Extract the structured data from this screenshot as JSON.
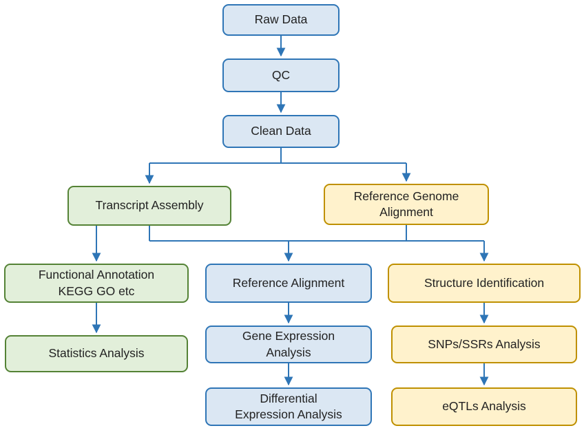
{
  "colors": {
    "blue_fill": "#dbe7f3",
    "blue_border": "#2e75b6",
    "green_fill": "#e2efda",
    "green_border": "#548235",
    "yellow_fill": "#fff2cc",
    "yellow_border": "#bf9000",
    "arrow": "#2e75b6",
    "text": "#222222"
  },
  "nodes": {
    "raw_data": {
      "label": "Raw Data"
    },
    "qc": {
      "label": "QC"
    },
    "clean_data": {
      "label": "Clean Data"
    },
    "transcript_assembly": {
      "label": "Transcript Assembly"
    },
    "reference_genome_alignment": {
      "label": "Reference Genome\nAlignment"
    },
    "functional_annotation": {
      "label": "Functional Annotation\nKEGG GO etc"
    },
    "reference_alignment": {
      "label": "Reference Alignment"
    },
    "structure_identification": {
      "label": "Structure Identification"
    },
    "statistics_analysis": {
      "label": "Statistics Analysis"
    },
    "gene_expression_analysis": {
      "label": "Gene Expression\nAnalysis"
    },
    "snps_ssrs_analysis": {
      "label": "SNPs/SSRs Analysis"
    },
    "differential_expression_analysis": {
      "label": "Differential\nExpression Analysis"
    },
    "eqtls_analysis": {
      "label": "eQTLs Analysis"
    }
  }
}
